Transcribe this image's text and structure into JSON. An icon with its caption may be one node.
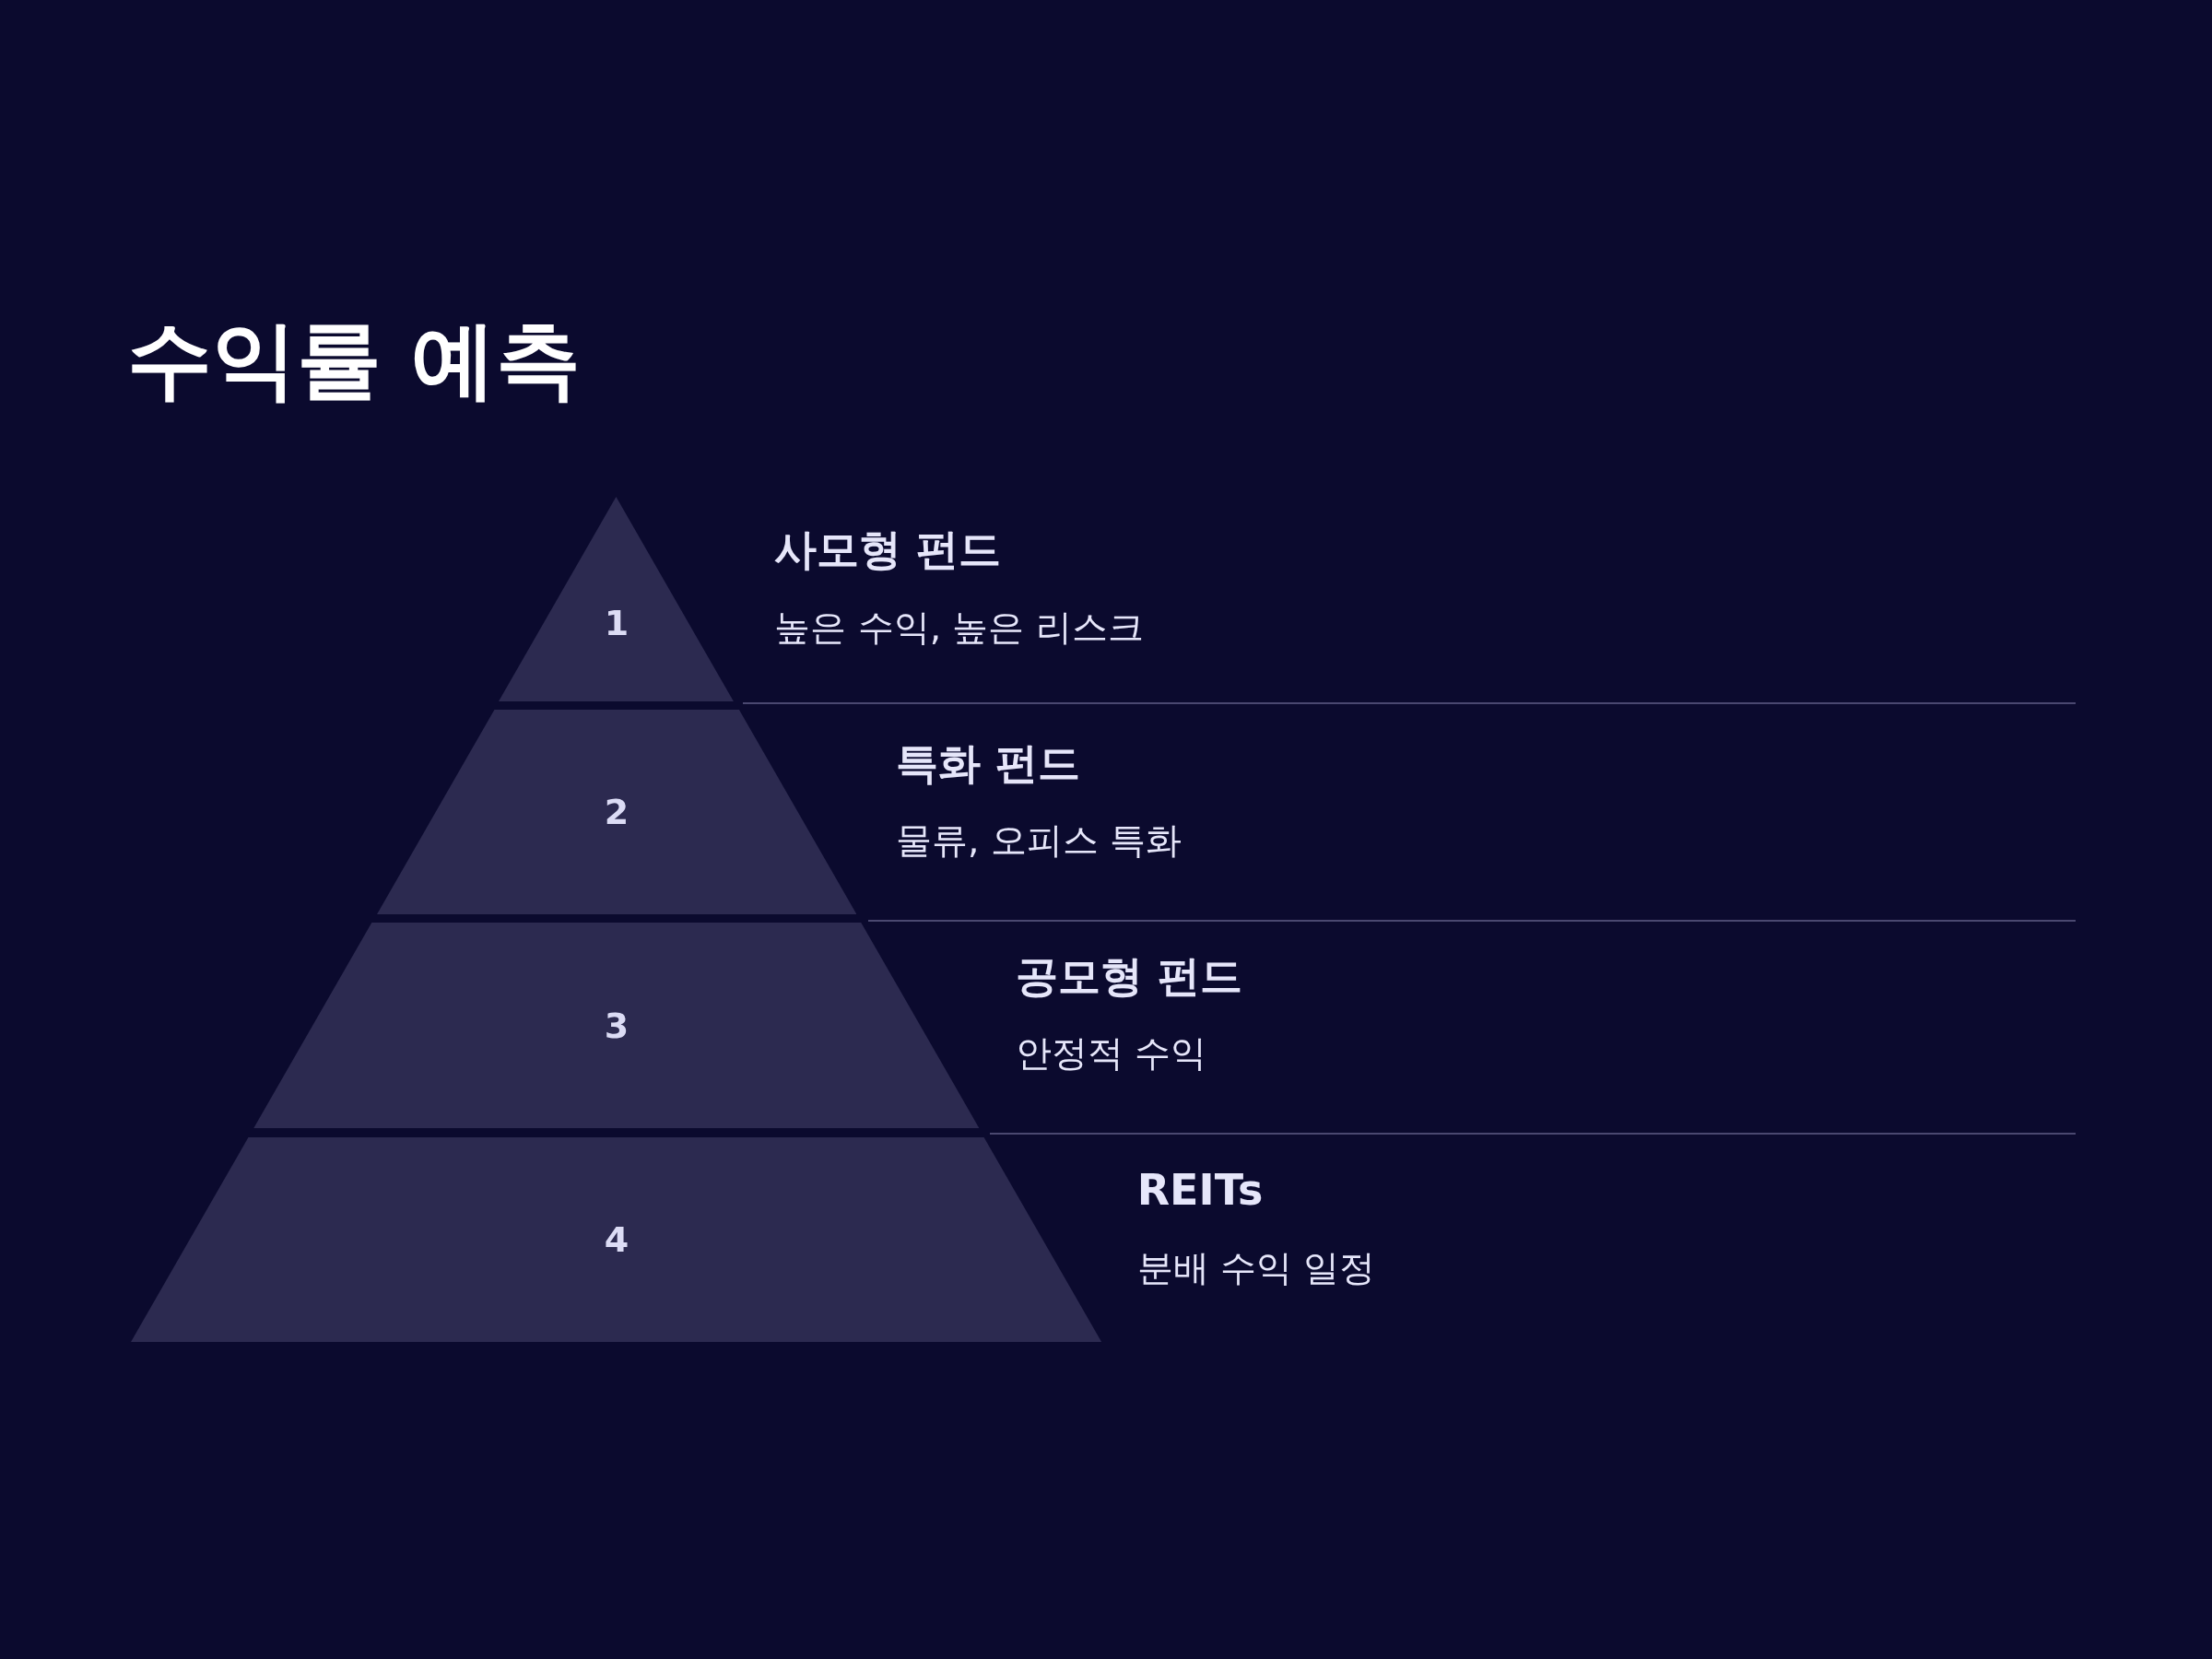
{
  "diagram": {
    "title": "수익률 예측",
    "nodes": [
      {
        "text": [
          "1"
        ],
        "beside": [
          "사모형 펀드",
          "높은 수익, 높은 리스크"
        ]
      },
      {
        "text": [
          "2"
        ],
        "beside": [
          "특화 펀드",
          "물류, 오피스 특화"
        ]
      },
      {
        "text": [
          "3"
        ],
        "beside": [
          "공모형 펀드",
          "안정적 수익"
        ]
      },
      {
        "text": [
          "4"
        ],
        "beside": [
          "REITs",
          "분배 수익 일정"
        ]
      }
    ],
    "edges": []
  }
}
